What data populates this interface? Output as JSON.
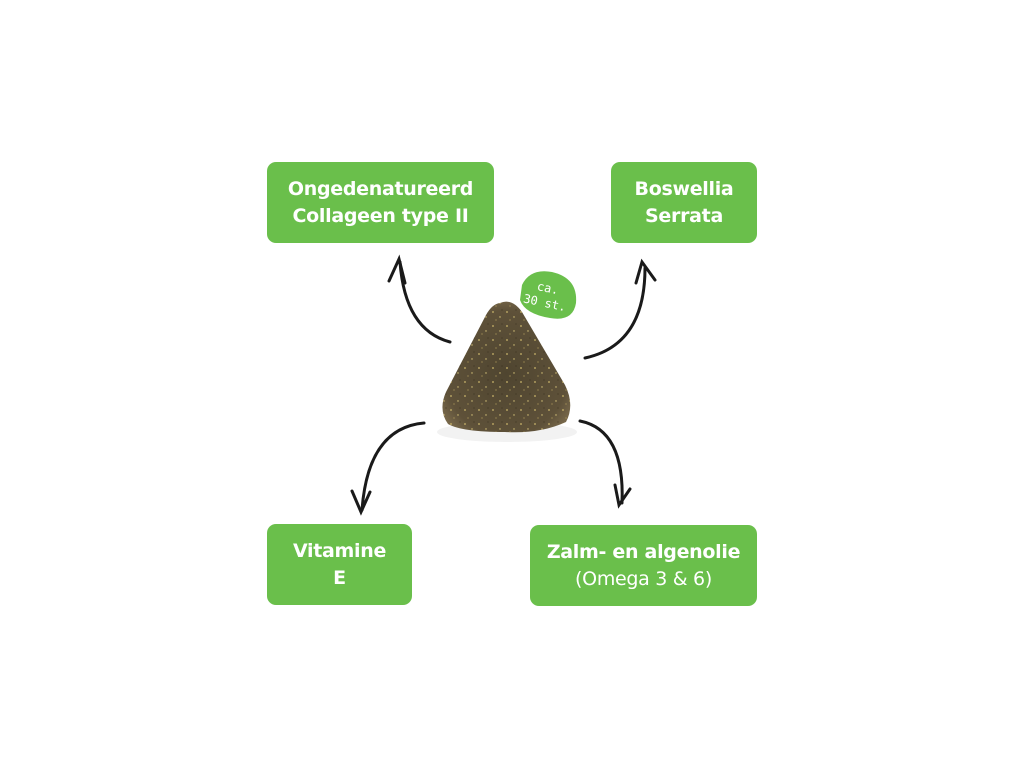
{
  "ingredients": {
    "top_left": {
      "line1": "Ongedenatureerd",
      "line2": "Collageen type II"
    },
    "top_right": {
      "line1": "Boswellia",
      "line2": "Serrata"
    },
    "bottom_left": {
      "line1": "Vitamine",
      "line2": "E"
    },
    "bottom_right": {
      "line1": "Zalm- en algenolie",
      "line2": "(Omega 3 & 6)"
    }
  },
  "badge": {
    "line1": "ca.",
    "line2": "30 st."
  },
  "colors": {
    "green": "#6abf4b",
    "treat": "#5e4f36",
    "arrow": "#1a1a1a"
  }
}
